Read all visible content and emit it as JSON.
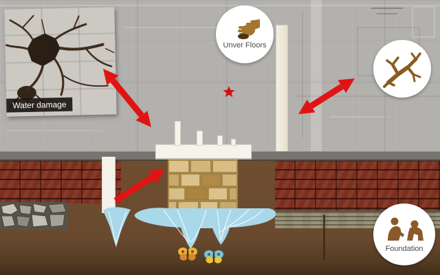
{
  "callouts": {
    "water_damage": {
      "label": "Water damage"
    },
    "under_floors": {
      "label": "Unver Floors"
    },
    "foundation": {
      "label": "Foundation"
    }
  },
  "markers": {
    "star": "red-star-marker",
    "arrows": [
      {
        "name": "arrow-crack-link",
        "style": "double-headed"
      },
      {
        "name": "arrow-roots-link",
        "style": "double-headed"
      },
      {
        "name": "arrow-foundation-seep",
        "style": "single-headed"
      }
    ]
  },
  "icons": {
    "hand": "hand-holding-soil-icon",
    "roots": "tree-roots-icon",
    "people": "crouching-people-icon",
    "butterflies": [
      "butterfly-icon",
      "butterfly-icon"
    ]
  },
  "colors": {
    "wall": "#b3b1ae",
    "ground_band": "#76746e",
    "soil": "#6a4a2e",
    "soil_dark": "#3f2c19",
    "brick": "#7d2f1e",
    "mortar": "#3a100a",
    "foundation_stone": "#d2b67c",
    "water": "#a9d8e9",
    "arrow_red": "#e11414",
    "icon_brown": "#8a5a28",
    "hand_brown": "#a5752f",
    "circle_bg": "#ffffff",
    "label_text": "#4a4a4a"
  }
}
